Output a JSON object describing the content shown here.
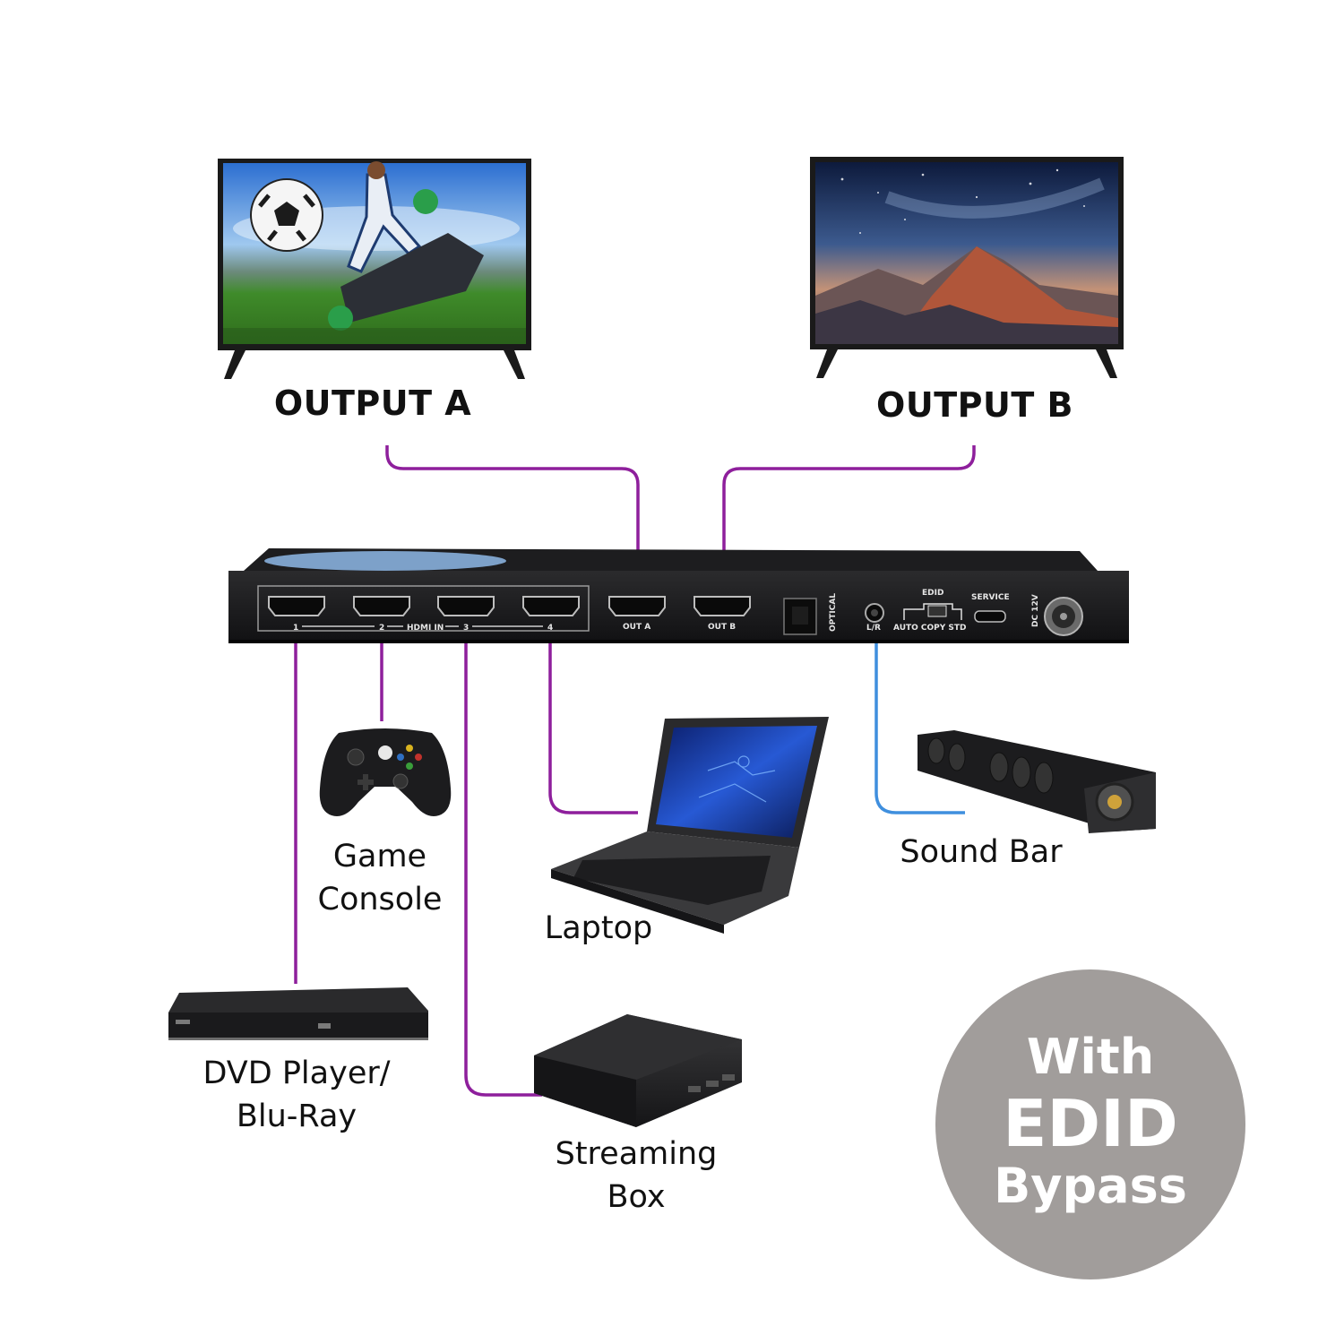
{
  "outputs": {
    "a_label": "OUTPUT A",
    "b_label": "OUTPUT B"
  },
  "switch_panel": {
    "hdmi_in_label": "HDMI IN",
    "port_numbers": [
      "1",
      "2",
      "3",
      "4"
    ],
    "out_a": "OUT A",
    "out_b": "OUT B",
    "optical": "OPTICAL",
    "lr": "L/R",
    "edid": "EDID",
    "edid_modes": "AUTO COPY STD",
    "service": "SERVICE",
    "dc": "DC 12V"
  },
  "devices": {
    "game_console": [
      "Game",
      "Console"
    ],
    "laptop": "Laptop",
    "sound_bar": "Sound Bar",
    "dvd": [
      "DVD Player/",
      "Blu-Ray"
    ],
    "streaming": [
      "Streaming",
      "Box"
    ]
  },
  "badge": {
    "line1": "With",
    "line2": "EDID",
    "line3": "Bypass"
  },
  "colors": {
    "hdmi_cable": "#8e1f9c",
    "audio_cable": "#3f8fde",
    "badge": "#a19d9b"
  }
}
